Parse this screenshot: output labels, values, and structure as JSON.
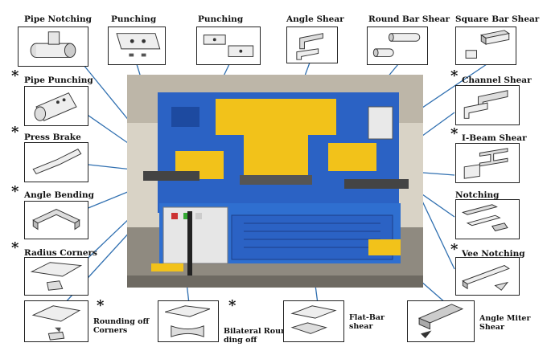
{
  "accent_colors": {
    "machine_blue": "#2b62c4",
    "machine_yellow": "#f2c21a",
    "leader_line": "#2f6fb0"
  },
  "labels": {
    "pipe_notching": "Pipe Notching",
    "punching_1": "Punching",
    "punching_2": "Punching",
    "angle_shear": "Angle Shear",
    "round_bar_shear": "Round Bar Shear",
    "square_bar_shear": "Square Bar Shear",
    "pipe_punching": "Pipe Punching",
    "channel_shear": "Channel  Shear",
    "press_brake": "Press Brake",
    "i_beam_shear": "I-Beam Shear",
    "angle_bending": "Angle Bending",
    "notching": "Notching",
    "radius_corners": "Radius Corners",
    "vee_notching": "Vee Notching",
    "rounding_off_corners_1": "Rounding off",
    "rounding_off_corners_2": "Corners",
    "bilateral_1": "Bilateral Roun",
    "bilateral_2": "ding off",
    "flat_bar_shear_1": "Flat-Bar",
    "flat_bar_shear_2": "shear",
    "angle_miter_shear_1": "Angle Miter",
    "angle_miter_shear_2": "Shear"
  },
  "star": "*"
}
